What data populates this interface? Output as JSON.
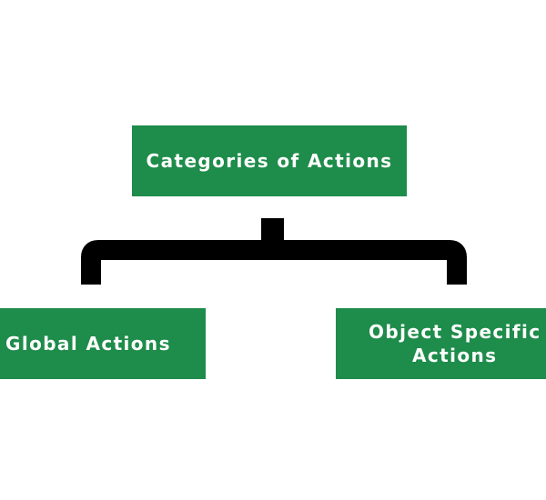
{
  "colors": {
    "node_fill": "#1e8c4a",
    "connector": "#000000",
    "text": "#ffffff",
    "background": "#ffffff"
  },
  "diagram": {
    "root": {
      "label": "Categories of Actions"
    },
    "children": [
      {
        "label": "Global Actions"
      },
      {
        "label": "Object Specific\nActions"
      }
    ]
  }
}
